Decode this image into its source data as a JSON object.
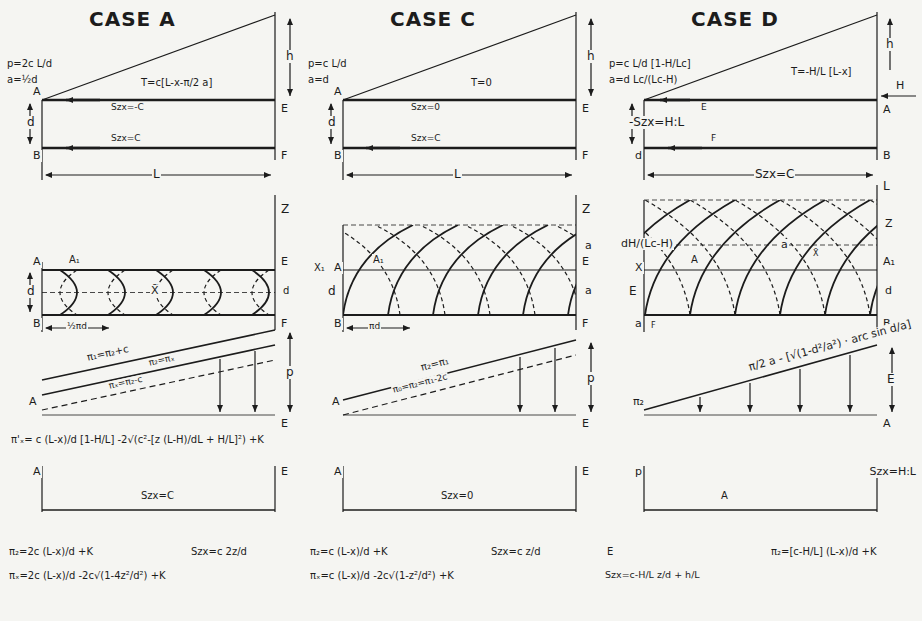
{
  "diagram": {
    "labels": [
      "CASE A",
      "p=2c L/d",
      "a=½d",
      "T=c[L-x-π/2 a]",
      "h",
      "A",
      "E",
      "Szx=-C",
      "d",
      "B",
      "F",
      "Szx=C",
      "L",
      "Z",
      "A",
      "A₁",
      "E",
      "d",
      "X̄",
      "d",
      "B",
      "F",
      "½πd",
      "π₁=π₂+c",
      "π₂=πₓ",
      "πₓ=π₂-c",
      "A",
      "E",
      "p",
      "A",
      "Szx=C",
      "E",
      "π₂=2c (L-x)/d +K",
      "Szx=c 2z/d",
      "πₓ=2c (L-x)/d -2c√(1-4z²/d²) +K",
      "CASE C",
      "p=c L/d",
      "a=d",
      "T=0",
      "h",
      "A",
      "E",
      "Szx=0",
      "d",
      "B",
      "F",
      "Szx=C",
      "L",
      "Z",
      "a",
      "X₁",
      "A",
      "A₁",
      "E",
      "d",
      "a",
      "B",
      "F",
      "πd",
      "π₂=π₁",
      "π₀=π₂=π₁-2c",
      "A",
      "E",
      "p",
      "A",
      "Szx=0",
      "E",
      "π₂=c (L-x)/d +K",
      "Szx=c z/d",
      "πₓ=c (L-x)/d -2c√(1-z²/d²) +K",
      "CASE D",
      "p=c L/d [1-H/Lc]",
      "a=d Lc/(Lc-H)",
      "T=-H/L [L-x]",
      "h",
      "H",
      "A",
      "E",
      "-Szx=H:L",
      "d",
      "B",
      "F",
      "Szx=C",
      "L",
      "Z",
      "a",
      "X̄",
      "dH/(Lc-H)",
      "X",
      "A",
      "A₁",
      "E",
      "d",
      "a",
      "B",
      "F",
      "π/2 a - [√(1-d²/a²) · arc sin d/a]",
      "π₂",
      "A",
      "E",
      "p",
      "A",
      "Szx=H:L",
      "E",
      "π₂=[c-H/L] (L-x)/d +K",
      "Szx=c-H/L z/d + h/L",
      "π'ₓ= c (L-x)/d [1-H/L] -2√(c²-[z (L-H)/dL + H/L]²) +K"
    ]
  }
}
